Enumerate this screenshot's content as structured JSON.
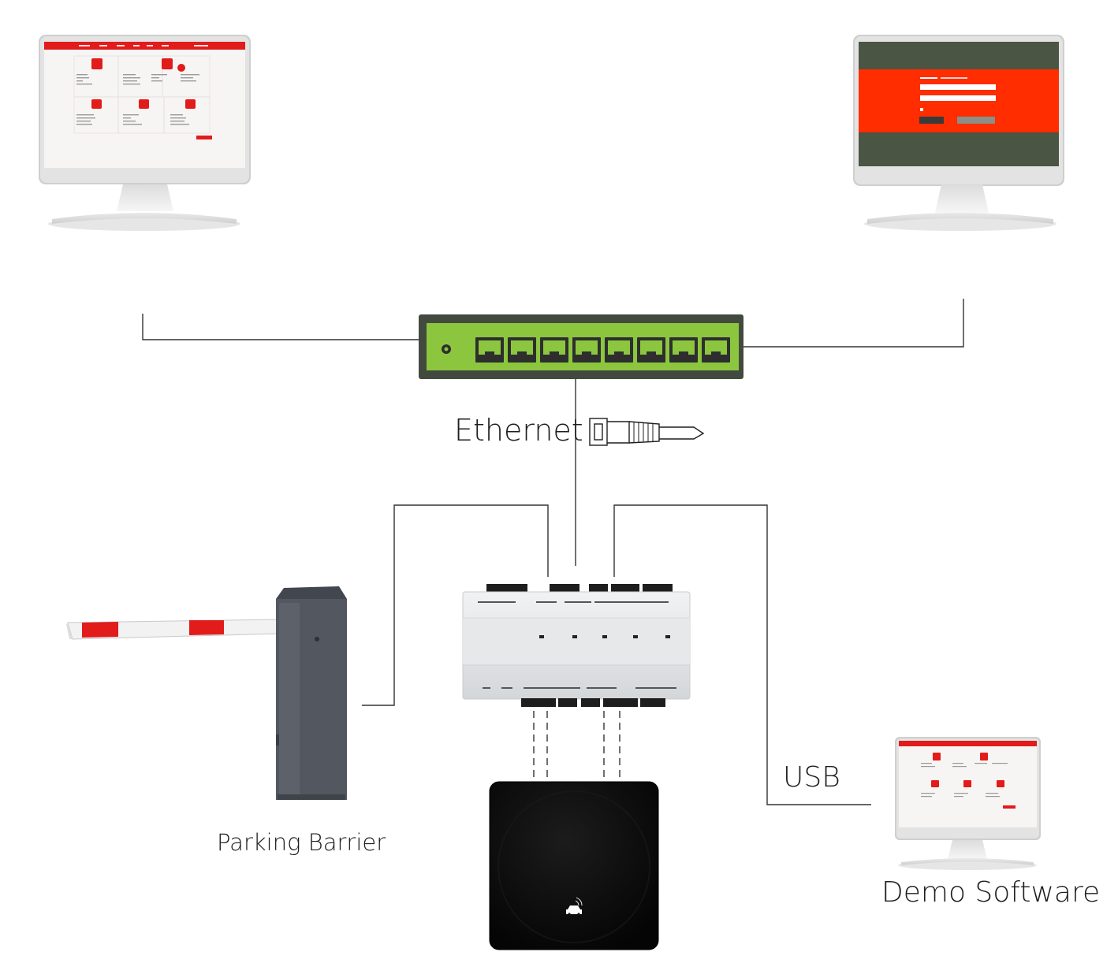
{
  "labels": {
    "ethernet": "Ethernet",
    "usb": "USB",
    "parking_barrier": "Parking Barrier",
    "demo_software": "Demo Software"
  },
  "colors": {
    "switch_body": "#8cc63f",
    "switch_frame": "#424a40",
    "barrier_body": "#525760",
    "barrier_arm_stripe": "#e21b1b",
    "software_red": "#e21b1b",
    "login_red": "#ff2d00",
    "login_dark": "#4a5544",
    "reader_body": "#0d0d0d",
    "wire": "#333333"
  },
  "icons": {
    "monitor_left": "monitor-icon",
    "monitor_right": "monitor-icon",
    "switch": "network-switch-icon",
    "ethernet_plug": "rj45-plug-icon",
    "controller": "access-controller-icon",
    "barrier": "parking-barrier-icon",
    "reader": "uhf-reader-icon",
    "laptop_monitor": "monitor-icon"
  }
}
